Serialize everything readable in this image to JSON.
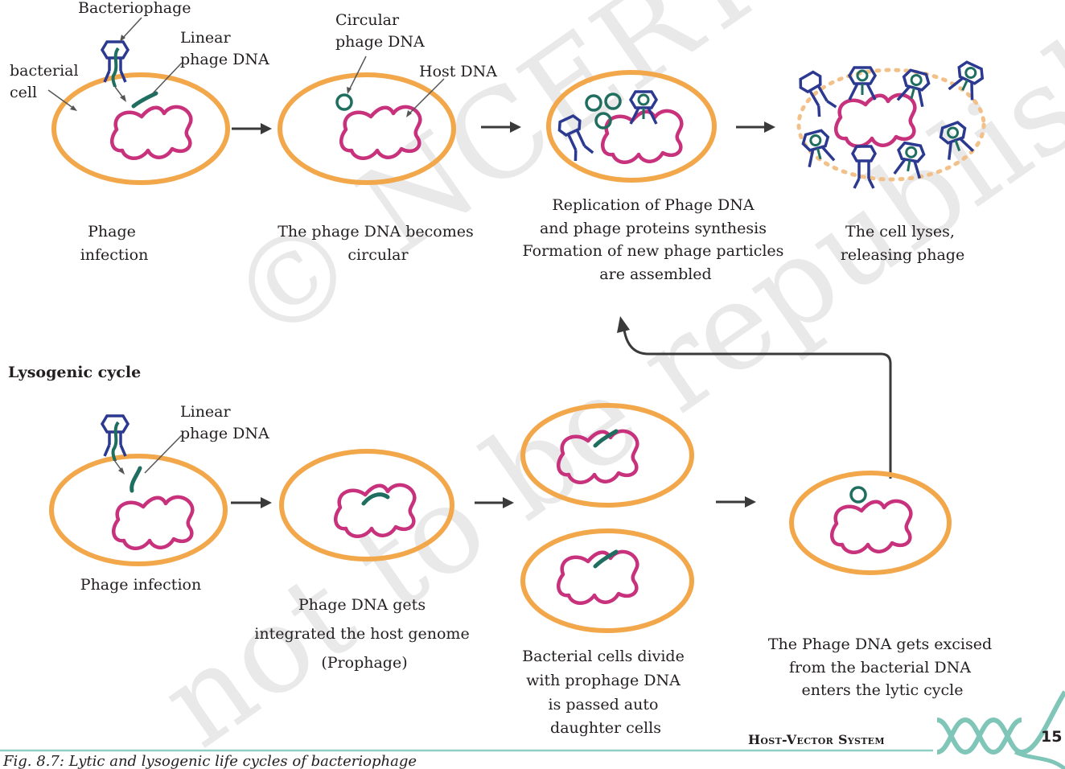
{
  "watermark": {
    "line1": "© NCERT",
    "line2": "not to be republished"
  },
  "lytic": {
    "callouts": {
      "bacteriophage": "Bacteriophage",
      "linear_dna_1": "Linear",
      "linear_dna_2": "phage DNA",
      "bacterial_cell_1": "bacterial",
      "bacterial_cell_2": "cell",
      "circular_dna_1": "Circular",
      "circular_dna_2": "phage DNA",
      "host_dna": "Host DNA"
    },
    "steps": [
      {
        "lines": [
          "Phage",
          "infection"
        ]
      },
      {
        "lines": [
          "The phage DNA becomes",
          "circular"
        ]
      },
      {
        "lines": [
          "Replication of Phage DNA",
          "and phage proteins synthesis",
          "Formation of new phage particles",
          "are assembled"
        ]
      },
      {
        "lines": [
          "The cell lyses,",
          "releasing phage"
        ]
      }
    ]
  },
  "lysogenic": {
    "title": "Lysogenic cycle",
    "callouts": {
      "linear_dna_1": "Linear",
      "linear_dna_2": "phage DNA"
    },
    "steps": [
      {
        "lines": [
          "Phage infection"
        ]
      },
      {
        "lines": [
          "Phage DNA gets",
          "integrated the host genome",
          "(Prophage)"
        ]
      },
      {
        "lines": [
          "Bacterial cells divide",
          "with prophage DNA",
          "is passed auto",
          "daughter cells"
        ]
      },
      {
        "lines": [
          "The Phage DNA gets excised",
          "from the bacterial DNA",
          "enters the lytic cycle"
        ]
      }
    ]
  },
  "footer": {
    "chapter": "Host-Vector System",
    "page_number": "15",
    "caption": "Fig. 8.7: Lytic and lysogenic life cycles of bacteriophage"
  },
  "colors": {
    "cell_outline": "#f2a74b",
    "host_dna": "#c8317c",
    "phage_dna": "#1f6e60",
    "phage_coat": "#2b3990",
    "arrow": "#3a3a3a",
    "footer_rule": "#8ecfc4"
  }
}
